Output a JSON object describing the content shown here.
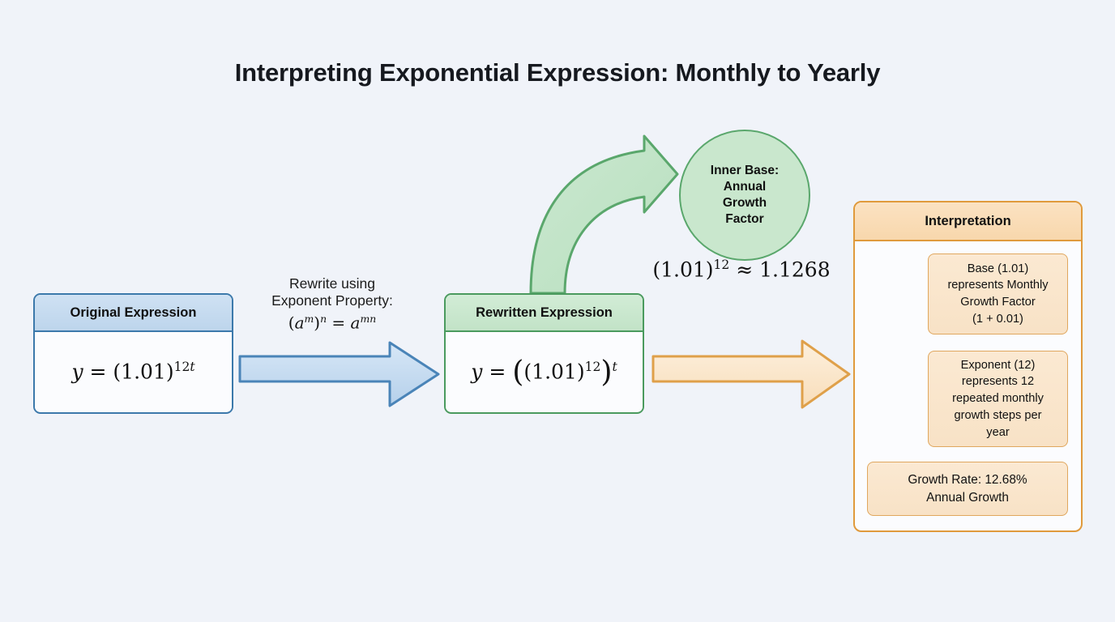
{
  "page": {
    "title": "Interpreting Exponential Expression: Monthly to Yearly",
    "background_color": "#f0f3f9"
  },
  "original_box": {
    "header": "Original Expression",
    "formula_plain": "y = (1.01)^(12t)",
    "border_color": "#3c79ab",
    "header_fill": "#c6dcf0"
  },
  "transform_label": {
    "line1": "Rewrite using",
    "line2": "Exponent Property:",
    "line3_plain": "(a^m)^n = a^(mn)"
  },
  "rewritten_box": {
    "header": "Rewritten Expression",
    "formula_plain": "y = ((1.01)^12)^t",
    "border_color": "#4a9a5e",
    "header_fill": "#c8e7cd"
  },
  "inner_base_circle": {
    "line1": "Inner Base:",
    "line2": "Annual",
    "line3": "Growth",
    "line4": "Factor",
    "fill": "#c9e7cd",
    "border_color": "#5aa76c"
  },
  "circle_formula": {
    "text_plain": "(1.01)^12 ≈ 1.1268"
  },
  "interpretation_panel": {
    "header": "Interpretation",
    "border_color": "#e09a3c",
    "header_fill": "#f9d9b0",
    "items": [
      {
        "lines": [
          "Base (1.01)",
          "represents Monthly",
          "Growth Factor",
          "(1 + 0.01)"
        ]
      },
      {
        "lines": [
          "Exponent (12)",
          "represents 12",
          "repeated monthly",
          "growth steps per",
          "year"
        ]
      },
      {
        "lines": [
          "Growth Rate: 12.68%",
          "Annual Growth"
        ]
      }
    ]
  },
  "arrows": {
    "blue_arrow_color": "#3c79ab",
    "orange_arrow_color": "#e09a3c",
    "green_curved_arrow_color": "#5aa76c"
  }
}
